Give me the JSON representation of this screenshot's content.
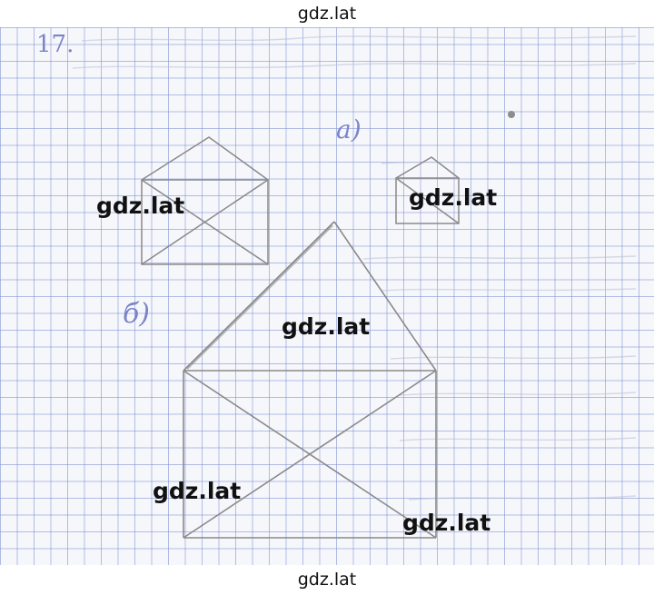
{
  "watermark": "gdz.lat",
  "problem_number": "17.",
  "label_a": "a)",
  "label_b": "б)",
  "colors": {
    "grid": "#788cd2",
    "pencil": "#8a8a8a",
    "handwriting_ink": "#7b84c9",
    "paper": "#f6f7fb"
  }
}
